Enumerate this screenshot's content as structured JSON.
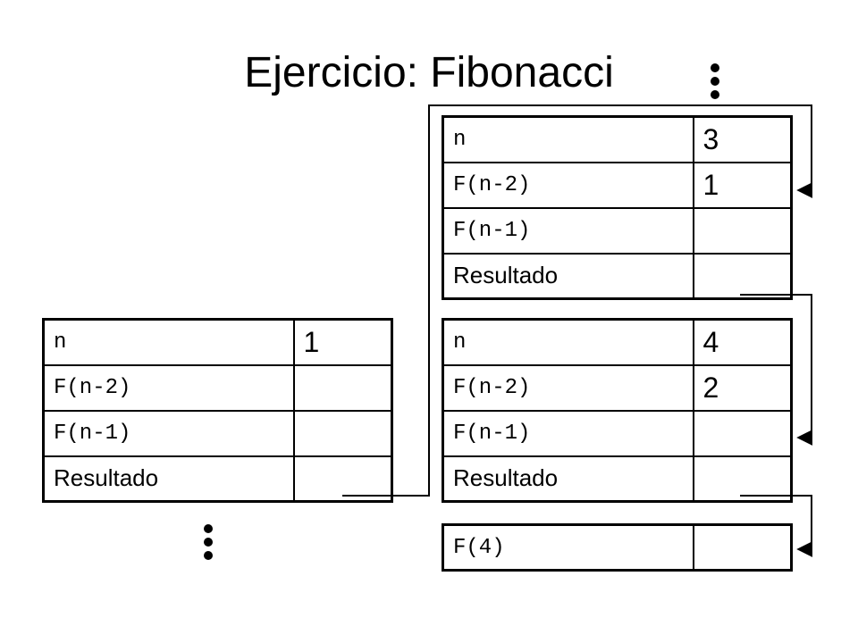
{
  "title": "Ejercicio: Fibonacci",
  "frames": [
    {
      "id": "n1",
      "rows": [
        {
          "label": "n",
          "value": "1"
        },
        {
          "label": "F(n-2)",
          "value": ""
        },
        {
          "label": "F(n-1)",
          "value": ""
        },
        {
          "label": "Resultado",
          "value": ""
        }
      ]
    },
    {
      "id": "n3",
      "rows": [
        {
          "label": "n",
          "value": "3"
        },
        {
          "label": "F(n-2)",
          "value": "1"
        },
        {
          "label": "F(n-1)",
          "value": ""
        },
        {
          "label": "Resultado",
          "value": ""
        }
      ]
    },
    {
      "id": "n4",
      "rows": [
        {
          "label": "n",
          "value": "4"
        },
        {
          "label": "F(n-2)",
          "value": "2"
        },
        {
          "label": "F(n-1)",
          "value": ""
        },
        {
          "label": "Resultado",
          "value": ""
        }
      ]
    },
    {
      "id": "call",
      "rows": [
        {
          "label": "F(4)",
          "value": ""
        }
      ]
    }
  ]
}
